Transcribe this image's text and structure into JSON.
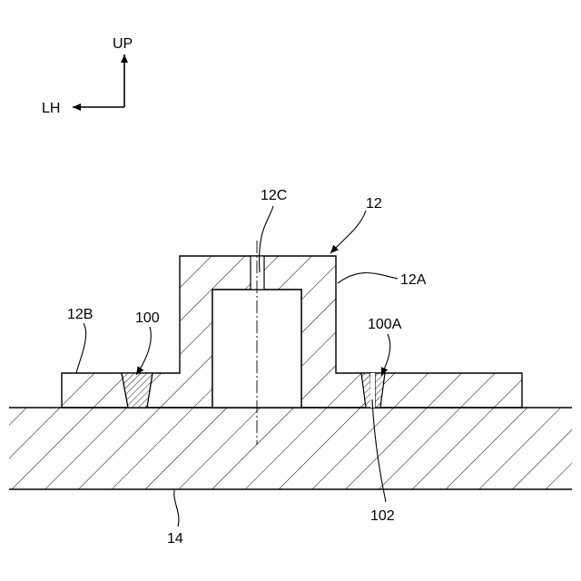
{
  "orientation": {
    "up_label": "UP",
    "left_label": "LH"
  },
  "labels": {
    "part_12": "12",
    "part_12A": "12A",
    "part_12B": "12B",
    "part_12C": "12C",
    "part_14": "14",
    "part_100": "100",
    "part_100A": "100A",
    "part_102": "102"
  },
  "colors": {
    "line": "#000000",
    "background": "#ffffff"
  }
}
